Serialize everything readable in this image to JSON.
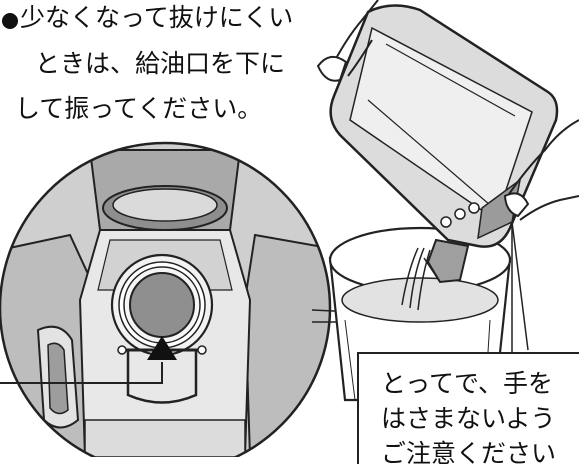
{
  "instruction": {
    "line1": "少なくなって抜けにくい",
    "line2": "ときは、給油口を下に",
    "line3": "して振ってください。"
  },
  "callout": {
    "line1": "とってで、手を",
    "line2": "はさまないよう",
    "line3": "ご注意ください"
  },
  "colors": {
    "line": "#222222",
    "shade_light": "#d9d9d9",
    "shade_mid": "#b5b5b5",
    "shade_dark": "#8a8a8a",
    "paper": "#ffffff"
  }
}
